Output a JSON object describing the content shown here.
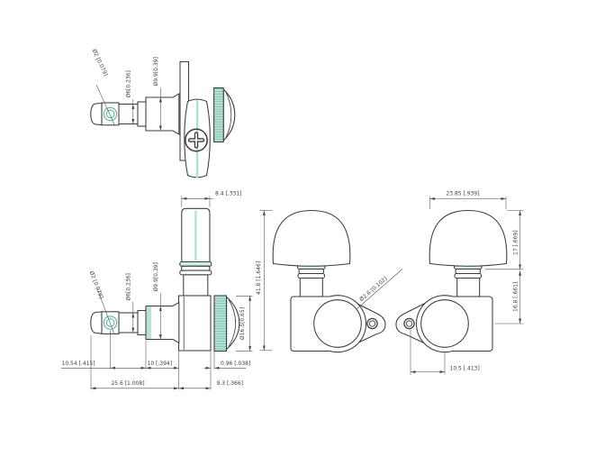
{
  "drawing": {
    "description": "Guitar tuning machine dimensioned technical drawing, four views",
    "colors": {
      "line": "#3c3c3c",
      "dimension_line": "#4a4a4a",
      "knurl_teal": "#b7e3d9",
      "collar_teal": "#cdeee7",
      "hole_teal": "#5fb3a1",
      "centerline_teal": "#a9e0d6",
      "background": "#ffffff"
    },
    "views": {
      "top": {
        "dia_hole": "Ø2 [0.079]",
        "dia_post": "Ø6[0.236]",
        "dia_bushing": "Ø9.9[0.39]"
      },
      "side": {
        "dia_hole": "Ø2 [0.079]",
        "dia_post": "Ø6[0.236]",
        "dia_bushing": "Ø9.9[0.39]",
        "button_thickness": "8.4 [.331]",
        "gear_dia": "Ø16.5[0.65]",
        "hole_to_bushing": "10.54 [.415]",
        "bushing_length": "10 [.394]",
        "post_length": "25.6 [1.008]",
        "washer_gap": "0.96 [.038]",
        "housing_depth": "9.3 [.366]"
      },
      "front": {
        "overall_height": "41.8 [1.646]",
        "screw_hole_dia": "Ø2.6 [0.102]"
      },
      "rear": {
        "button_width": "23.85 [.939]",
        "button_height": "17 [.669]",
        "housing_height": "16.8 [.661]",
        "screw_hole_offset": "10.5 [.413]"
      }
    }
  }
}
